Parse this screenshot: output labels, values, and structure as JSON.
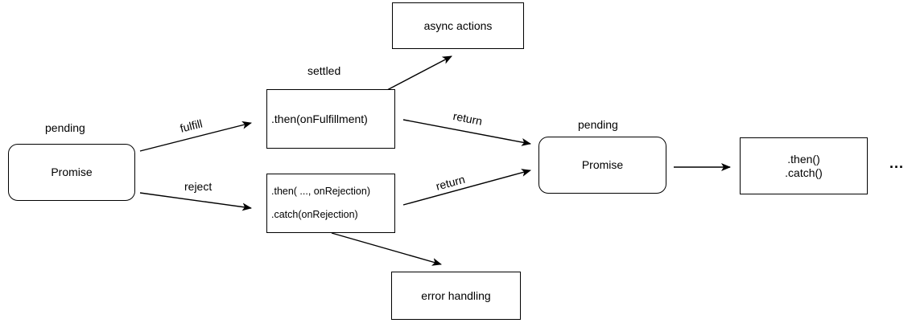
{
  "states": {
    "pending_left": "pending",
    "settled": "settled",
    "pending_right": "pending"
  },
  "nodes": {
    "promise_left": "Promise",
    "then_fulfillment": ".then(onFulfillment)",
    "then_rejection": ".then( ..., onRejection)",
    "catch_rejection": ".catch(onRejection)",
    "async_actions": "async actions",
    "error_handling": "error handling",
    "promise_right": "Promise",
    "then_chain": ".then()",
    "catch_chain": ".catch()",
    "more": "..."
  },
  "edges": {
    "fulfill": "fulfill",
    "reject": "reject",
    "return_top": "return",
    "return_bottom": "return"
  }
}
